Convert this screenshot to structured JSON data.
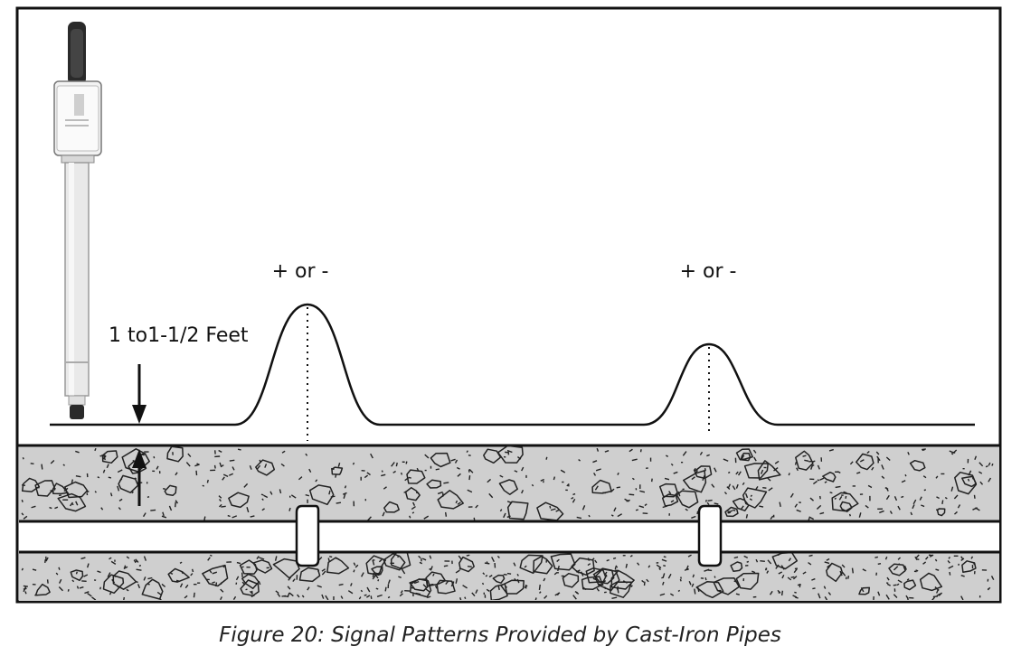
{
  "labels": {
    "peak_left": "+ or -",
    "peak_right": "+ or -",
    "height": "1 to1-1/2 Feet"
  },
  "caption": "Figure 20:  Signal Patterns Provided by Cast-Iron Pipes",
  "colors": {
    "soil": "#cfcfcf",
    "line": "#111111",
    "pipe": "#ffffff"
  },
  "icons": [
    "locator-wand-icon",
    "up-arrow-icon",
    "down-arrow-icon"
  ]
}
